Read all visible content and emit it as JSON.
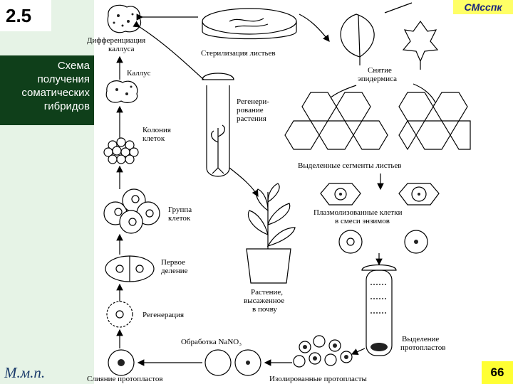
{
  "slide": {
    "number": "2.5",
    "tag": "СМсспк",
    "page": "66",
    "author": "М.м.п."
  },
  "caption": [
    "Схема",
    "получения",
    "соматических",
    "гибридов"
  ],
  "labels": {
    "callus_diff": [
      "Дифференциация",
      "каллуса"
    ],
    "leaf_sterilization": "Стерилизация листьев",
    "epidermis": [
      "Снятие",
      "эпидермиса"
    ],
    "callus": "Каллус",
    "regeneration_plant": [
      "Регенери-",
      "рование",
      "растения"
    ],
    "colony": [
      "Колония",
      "клеток"
    ],
    "leaf_segments": "Выделенные сегменты листьев",
    "cell_group": [
      "Группа",
      "клеток"
    ],
    "plasmolysis": [
      "Плазмолизованные клетки",
      "в смеси энзимов"
    ],
    "first_division": [
      "Первое",
      "деление"
    ],
    "potted_plant": [
      "Растение,",
      "высаженное",
      "в почву"
    ],
    "regeneration": "Регенерация",
    "nano3": "Обработка NaNO₃",
    "protoplast_isolation": [
      "Выделение",
      "протопластов"
    ],
    "fusion": "Слияние протопластов",
    "isolated": "Изолированные протопласты"
  }
}
